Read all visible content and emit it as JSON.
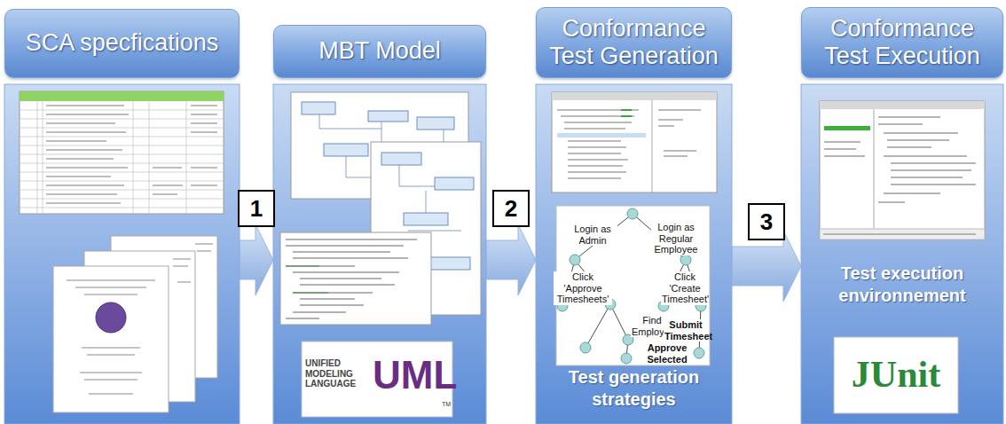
{
  "diagram": {
    "nodes": [
      {
        "text": [
          "SCA specfications"
        ]
      },
      {
        "text": [
          "MBT Model"
        ]
      },
      {
        "text": [
          "Conformance Test Generation",
          "Test generation strategies"
        ]
      },
      {
        "text": [
          "Conformance Test Execution",
          "Test execution environnement"
        ]
      }
    ],
    "edges": [
      {
        "from": 0,
        "to": 1,
        "arrow": "to",
        "label": "1"
      },
      {
        "from": 1,
        "to": 2,
        "arrow": "to",
        "label": "2"
      },
      {
        "from": 2,
        "to": 3,
        "arrow": "to",
        "label": "3"
      }
    ],
    "labels": [
      "Login as Admin",
      "Login as Regular Employee",
      "Click 'Approve Timesheets'",
      "Click 'Create Timesheet'",
      "Find Employee",
      "Submit Timesheet",
      "Approve Selected",
      "UNIFIED MODELING LANGUAGE",
      "UML",
      "TM",
      "JUnit"
    ]
  }
}
